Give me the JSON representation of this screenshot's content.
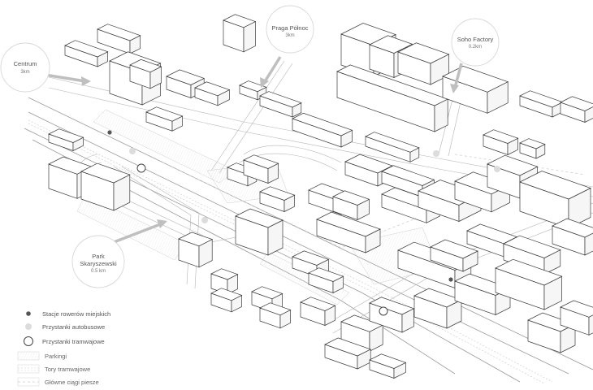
{
  "places": {
    "centrum": {
      "name": "Centrum",
      "distance": "3km"
    },
    "praga": {
      "name": "Praga Północ",
      "distance": "3km"
    },
    "soho": {
      "name": "Soho Factory",
      "distance": "0.2km"
    },
    "park": {
      "name_line1": "Park",
      "name_line2": "Skaryszewski",
      "distance": "0.5 km"
    }
  },
  "legend": {
    "bike": "Stacje rowerów miejskich",
    "bus": "Przystanki autobusowe",
    "tram": "Przystanki tramwajowe",
    "parking": "Parkingi",
    "tram_tracks": "Tory tramwajowe",
    "pedestrian": "Główne ciągi piesze"
  },
  "colors": {
    "bike_marker": "#555555",
    "bus_marker": "#dcdcdc",
    "tram_marker": "#444444",
    "building_stroke": "#3a3a3a"
  }
}
